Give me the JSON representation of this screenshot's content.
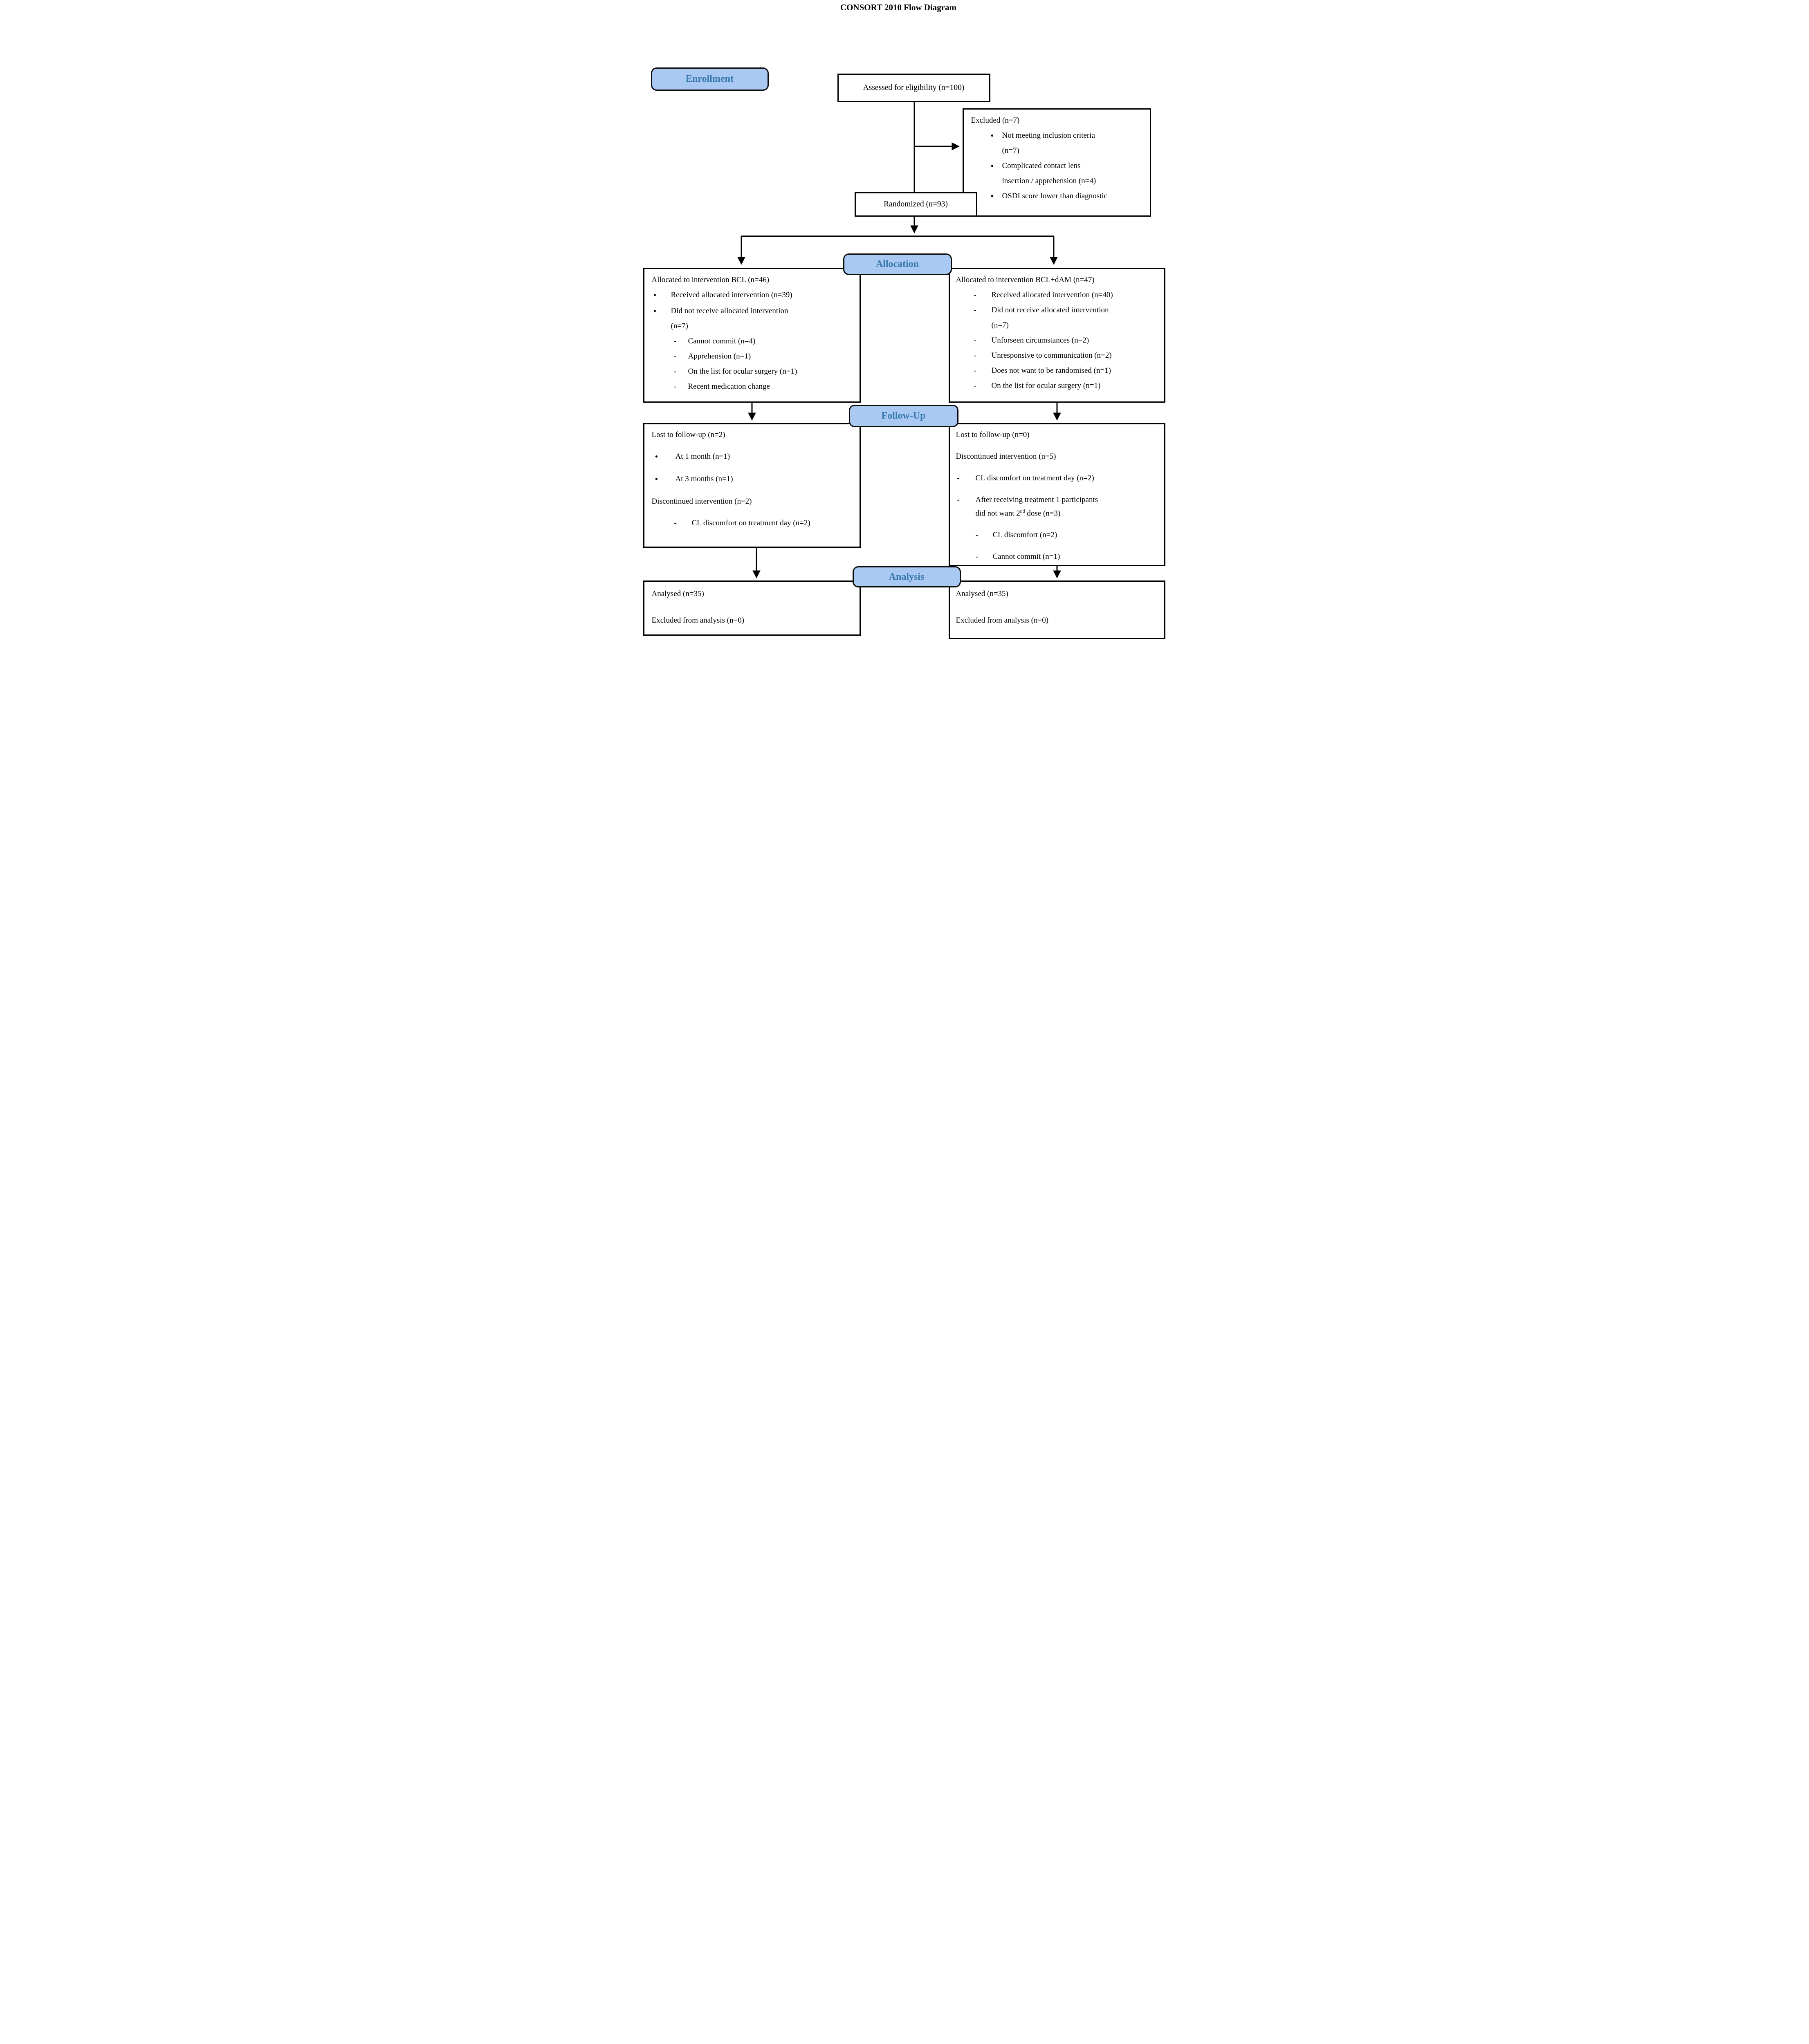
{
  "title": "CONSORT 2010 Flow Diagram",
  "colors": {
    "stage_fill": "#a9c9f2",
    "stage_text": "#3878ae"
  },
  "stages": {
    "enrollment": "Enrollment",
    "allocation": "Allocation",
    "follow_up": "Follow-Up",
    "analysis": "Analysis"
  },
  "boxes": {
    "assessed": {
      "text": "Assessed for eligibility (n=100)"
    },
    "excluded": {
      "title": "Excluded (n=7)",
      "items": [
        {
          "text": "Not meeting inclusion criteria\n(n=7)"
        },
        {
          "text": "Complicated contact lens\ninsertion / apprehension (n=4)"
        },
        {
          "text": "OSDI score lower than diagnostic"
        }
      ]
    },
    "randomized": {
      "text": "Randomized (n=93)"
    },
    "alloc_left": {
      "title": "Allocated to intervention BCL (n=46)",
      "bullets": [
        {
          "text": "Received allocated intervention (n=39)"
        },
        {
          "text": "Did not receive allocated intervention\n(n=7)"
        }
      ],
      "dashes": [
        {
          "text": "Cannot commit (n=4)"
        },
        {
          "text": "Apprehension (n=1)"
        },
        {
          "text": "On the list for ocular surgery (n=1)"
        },
        {
          "text": "Recent medication change –"
        }
      ]
    },
    "alloc_right": {
      "title": "Allocated to intervention BCL+dAM (n=47)",
      "dashes": [
        {
          "text": "Received allocated intervention (n=40)"
        },
        {
          "text": "Did not receive allocated intervention\n(n=7)"
        },
        {
          "text": "Unforseen circumstances (n=2)"
        },
        {
          "text": "Unresponsive to communication (n=2)"
        },
        {
          "text": "Does not want to be randomised (n=1)"
        },
        {
          "text": "On the list for ocular surgery (n=1)"
        }
      ]
    },
    "fu_left": {
      "title": "Lost to follow-up (n=2)",
      "bullets": [
        {
          "text": "At 1 month (n=1)"
        },
        {
          "text": "At 3 months (n=1)"
        }
      ],
      "subtitle": "Discontinued intervention (n=2)",
      "dashes": [
        {
          "text": "CL discomfort on treatment day (n=2)"
        }
      ]
    },
    "fu_right": {
      "title": "Lost to follow-up (n=0)",
      "subtitle": "Discontinued intervention (n=5)",
      "dash_1": {
        "text": "CL discomfort on treatment day (n=2)"
      },
      "dash_2": {
        "pre": "After receiving treatment 1 participants\ndid not want 2",
        "sup": "nd",
        "post": " dose (n=3)"
      },
      "sub_dashes": [
        {
          "text": "CL discomfort (n=2)"
        },
        {
          "text": "Cannot commit (n=1)"
        }
      ]
    },
    "analysis_left": {
      "line1": "Analysed (n=35)",
      "line2": "Excluded from analysis (n=0)"
    },
    "analysis_right": {
      "line1": "Analysed (n=35)",
      "line2": "Excluded from analysis (n=0)"
    }
  }
}
